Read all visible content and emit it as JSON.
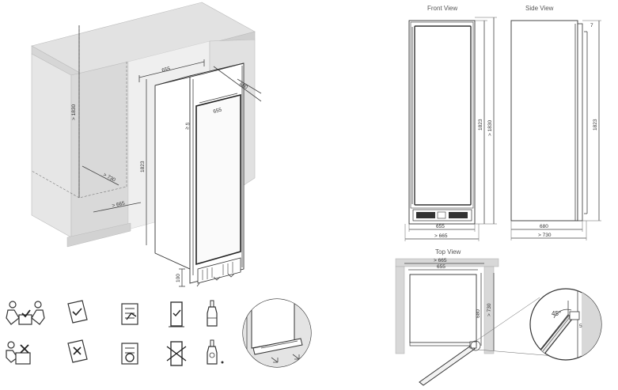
{
  "views": {
    "front_title": "Front View",
    "side_title": "Side View",
    "top_title": "Top View"
  },
  "iso_dims": {
    "width": "655",
    "depth": "680",
    "niche_height": "> 1830",
    "niche_depth": "> 730",
    "niche_width": "> 665",
    "body_height": "1823",
    "door_width": "655",
    "top_gap": "≥ 5",
    "plinth": "100"
  },
  "front_dims": {
    "height": "1823",
    "niche_height": "> 1830",
    "width": "655",
    "niche_width": "> 665",
    "top_gap": "7"
  },
  "side_dims": {
    "height": "1823",
    "depth": "680",
    "niche_depth": "> 730"
  },
  "top_dims": {
    "niche_width": "> 665",
    "width": "655",
    "depth": "680",
    "niche_depth": "> 730",
    "door_angle": "45°",
    "gap": "5"
  },
  "icons": [
    {
      "name": "two-person-lift-ok-icon"
    },
    {
      "name": "read-manual-ok-icon"
    },
    {
      "name": "checklist-manual-icon"
    },
    {
      "name": "upright-unit-ok-icon"
    },
    {
      "name": "bottle-upright-icon"
    },
    {
      "name": "two-person-lift-no-icon"
    },
    {
      "name": "manual-no-icon"
    },
    {
      "name": "checklist-no-icon"
    },
    {
      "name": "unit-no-icon"
    },
    {
      "name": "bottle-no-icon"
    }
  ]
}
